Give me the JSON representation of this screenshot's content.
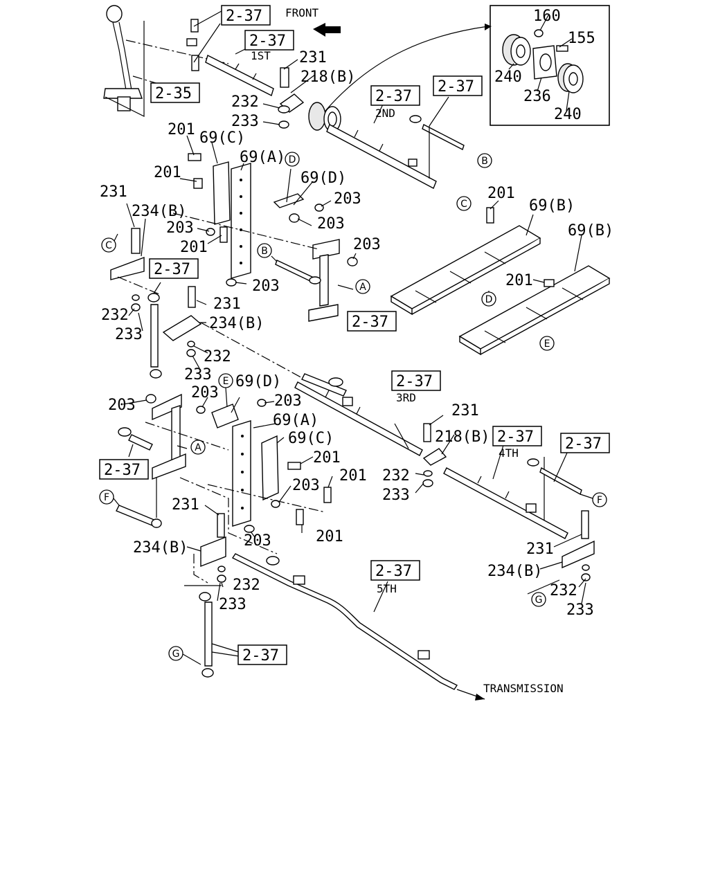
{
  "labels": {
    "front": "FRONT",
    "transmission": "TRANSMISSION",
    "gear_1st": "1ST",
    "gear_2nd": "2ND",
    "gear_3rd": "3RD",
    "gear_4th": "4TH",
    "gear_5th": "5TH"
  },
  "refs": {
    "r_2_37": "2-37",
    "r_2_35": "2-35"
  },
  "parts": {
    "p155": "155",
    "p160": "160",
    "p201": "201",
    "p203": "203",
    "p218b": "218(B)",
    "p231": "231",
    "p232": "232",
    "p233": "233",
    "p234b": "234(B)",
    "p236": "236",
    "p240": "240",
    "p69a": "69(A)",
    "p69b": "69(B)",
    "p69c": "69(C)",
    "p69d": "69(D)"
  },
  "markers": {
    "a": "A",
    "b": "B",
    "c": "C",
    "d": "D",
    "e": "E",
    "f": "F",
    "g": "G"
  }
}
